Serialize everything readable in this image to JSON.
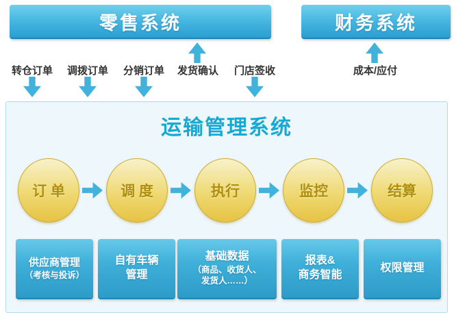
{
  "top_systems": [
    {
      "label": "零售系统"
    },
    {
      "label": "财务系统"
    }
  ],
  "connectors": [
    {
      "label": "转仓订单",
      "direction": "down"
    },
    {
      "label": "调拨订单",
      "direction": "down"
    },
    {
      "label": "分销订单",
      "direction": "down"
    },
    {
      "label": "发货确认",
      "direction": "up"
    },
    {
      "label": "门店签收",
      "direction": "down"
    },
    {
      "label": "成本/应付",
      "direction": "up"
    }
  ],
  "tms": {
    "title": "运输管理系统",
    "steps": [
      {
        "label": "订 单"
      },
      {
        "label": "调 度"
      },
      {
        "label": "执行"
      },
      {
        "label": "监控"
      },
      {
        "label": "结算"
      }
    ],
    "modules": [
      {
        "line1": "供应商管理",
        "line2": "（考核与投诉）"
      },
      {
        "line1": "自有车辆",
        "line2": "管理"
      },
      {
        "line1": "基础数据",
        "line2": "（商品、收货人、",
        "line3": "发货人……）"
      },
      {
        "line1": "报表&",
        "line2": "商务智能"
      },
      {
        "line1": "权限管理"
      }
    ]
  },
  "colors": {
    "system_box_gradient_top": "#71d0ec",
    "system_box_gradient_bottom": "#2b9ed1",
    "arrow": "#41b2db",
    "panel_background": "#eef7fb",
    "panel_border": "#b3dbeb",
    "panel_title_text": "#16a9d3",
    "circle_gradient_top": "#f8f2ca",
    "circle_gradient_bottom": "#e6c343",
    "circle_border": "#cfab2f",
    "circle_text": "#af8f0d",
    "connector_label_text": "#333333",
    "module_text": "#ffffff"
  }
}
